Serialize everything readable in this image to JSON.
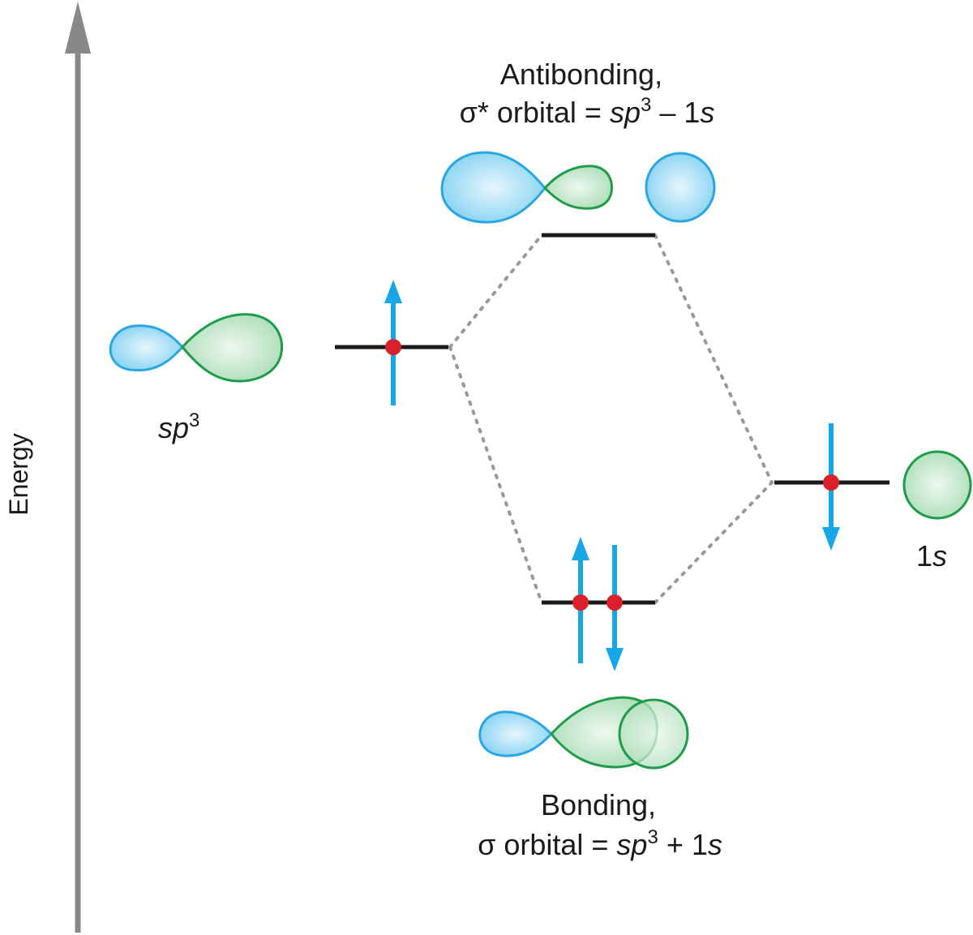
{
  "energy_axis": {
    "label": "Energy"
  },
  "antibonding": {
    "line1": "Antibonding,",
    "sigma": "σ*",
    "orbital_word": " orbital = ",
    "sp": "sp",
    "sup": "3",
    "op": " – 1",
    "s": "s"
  },
  "bonding": {
    "line1": "Bonding,",
    "sigma": "σ",
    "orbital_word": " orbital = ",
    "sp": "sp",
    "sup": "3",
    "op": " + 1",
    "s": "s"
  },
  "sp3_label": {
    "sp": "sp",
    "sup": "3"
  },
  "s1_label": {
    "num": "1",
    "s": "s"
  },
  "electron_counts": {
    "sp3": 1,
    "s1": 1,
    "sigma_bonding": 2,
    "sigma_antibonding": 0
  },
  "colors": {
    "lobe_blue": "#7fd0f2",
    "lobe_blue_stroke": "#2aa7e0",
    "lobe_green": "#a8dcb4",
    "lobe_green_stroke": "#1e9c4a",
    "spin_arrow": "#17a7e6",
    "electron": "#d9212b",
    "level": "#1a1a1a",
    "connector": "#999999",
    "axis": "#888888"
  }
}
